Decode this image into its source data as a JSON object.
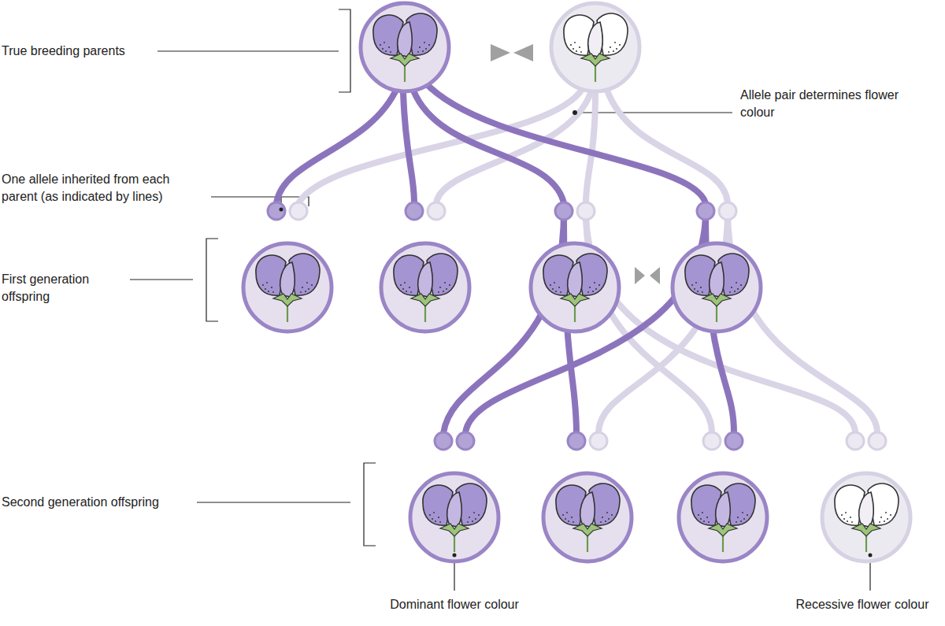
{
  "diagram": {
    "labels": [
      "True breeding parents",
      "Allele pair determines flower colour",
      "One allele inherited from each parent (as indicated by lines)",
      "First generation offspring",
      "Second generation offspring",
      "Dominant flower colour",
      "Recessive flower colour"
    ]
  }
}
